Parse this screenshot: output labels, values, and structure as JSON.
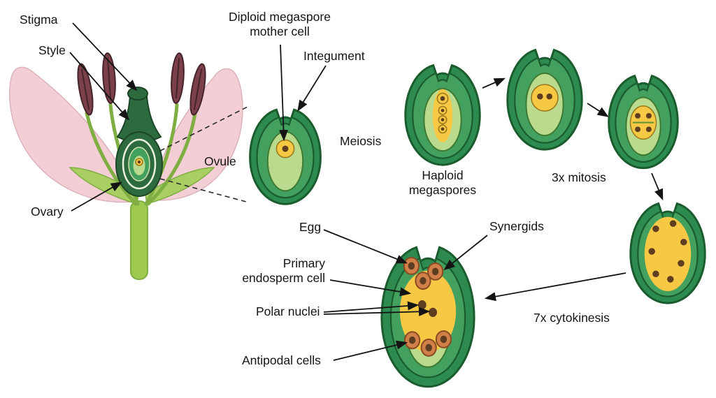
{
  "labels": {
    "stigma": "Stigma",
    "style": "Style",
    "ovary": "Ovary",
    "ovule": "Ovule",
    "diploid_megaspore_mother_cell": {
      "line1": "Diploid megaspore",
      "line2": "mother cell"
    },
    "integument": "Integument",
    "meiosis": "Meiosis",
    "haploid_megaspores": {
      "line1": "Haploid",
      "line2": "megaspores"
    },
    "mitosis_3x": "3x mitosis",
    "cytokinesis_7x": "7x cytokinesis",
    "egg": "Egg",
    "synergids": "Synergids",
    "primary_endosperm_cell": {
      "line1": "Primary",
      "line2": "endosperm cell"
    },
    "polar_nuclei": "Polar nuclei",
    "antipodal_cells": "Antipodal cells"
  },
  "colors": {
    "petal_pink": "#f3ced5",
    "anther_maroon": "#7b4049",
    "stem_green": "#9cc94e",
    "integument_dark_green": "#2e8b4f",
    "integument_mid_green": "#43a05e",
    "nucellus_light_green": "#bada8e",
    "embryo_sac_yellow": "#f7c843",
    "nucleus_brown": "#5f3d20",
    "cell_orange": "#d08048"
  }
}
